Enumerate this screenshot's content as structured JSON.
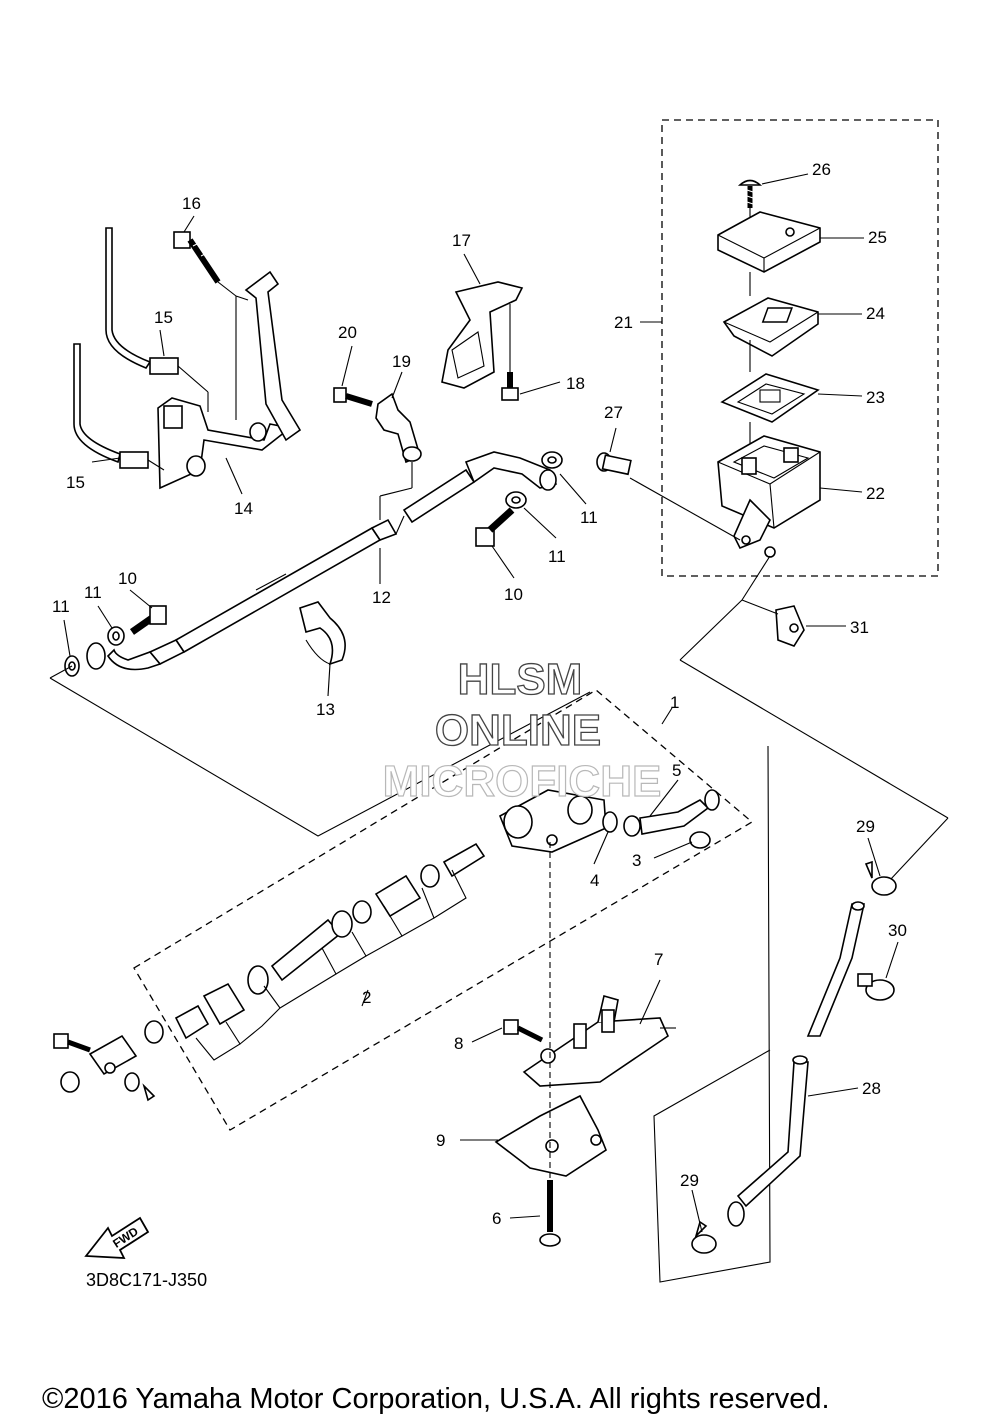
{
  "watermark": {
    "line1": "HLSM",
    "line2": "ONLINE",
    "line3": "MICROFICHE"
  },
  "diagram_code": "3D8C171-J350",
  "fwd_label": "FWD",
  "copyright": "©2016 Yamaha Motor Corporation, U.S.A. All rights reserved.",
  "callouts": {
    "c1": "1",
    "c2": "2",
    "c3": "3",
    "c4": "4",
    "c5": "5",
    "c6": "6",
    "c7": "7",
    "c8": "8",
    "c9": "9",
    "c10a": "10",
    "c10b": "10",
    "c11a": "11",
    "c11b": "11",
    "c11c": "11",
    "c11d": "11",
    "c12": "12",
    "c13": "13",
    "c14": "14",
    "c15a": "15",
    "c15b": "15",
    "c16": "16",
    "c17": "17",
    "c18": "18",
    "c19": "19",
    "c20": "20",
    "c21": "21",
    "c22": "22",
    "c23": "23",
    "c24": "24",
    "c25": "25",
    "c26": "26",
    "c27": "27",
    "c28": "28",
    "c29a": "29",
    "c29b": "29",
    "c30": "30",
    "c31": "31"
  }
}
